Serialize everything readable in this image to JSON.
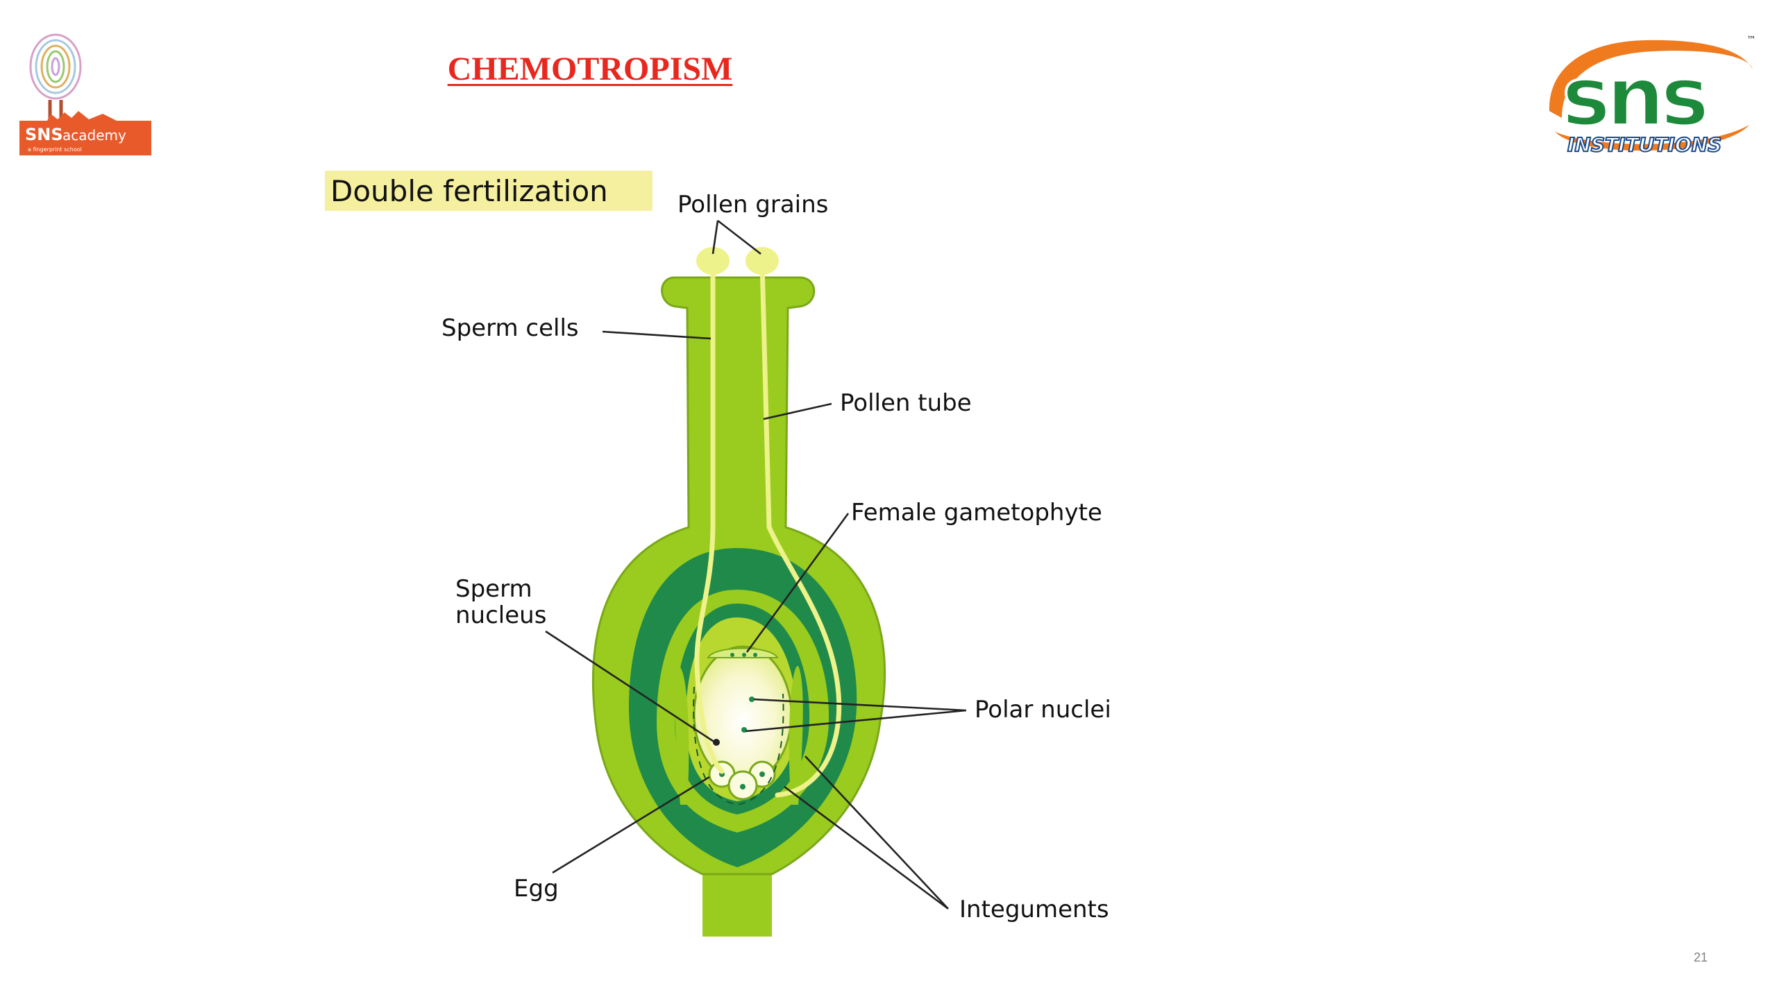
{
  "slide": {
    "title": "CHEMOTROPISM",
    "page_number": "21"
  },
  "logos": {
    "left": {
      "brand": "SNS",
      "suffix": "academy",
      "tagline": "a fingerprint school"
    },
    "right": {
      "brand": "sns",
      "sub": "INSTITUTIONS",
      "tm": "™"
    }
  },
  "diagram": {
    "heading": "Double fertilization",
    "labels": {
      "pollen_grains": "Pollen grains",
      "sperm_cells": "Sperm cells",
      "pollen_tube": "Pollen tube",
      "female_gametophyte": "Female gametophyte",
      "sperm_nucleus_1": "Sperm",
      "sperm_nucleus_2": "nucleus",
      "polar_nuclei": "Polar nuclei",
      "egg": "Egg",
      "integuments": "Integuments"
    }
  },
  "colors": {
    "title_red": "#e8281e",
    "ovary_green": "#9acb1f",
    "dark_green": "#1f8a4a",
    "pale_yellow": "#eef28a",
    "heading_highlight": "#f5f0a0"
  }
}
